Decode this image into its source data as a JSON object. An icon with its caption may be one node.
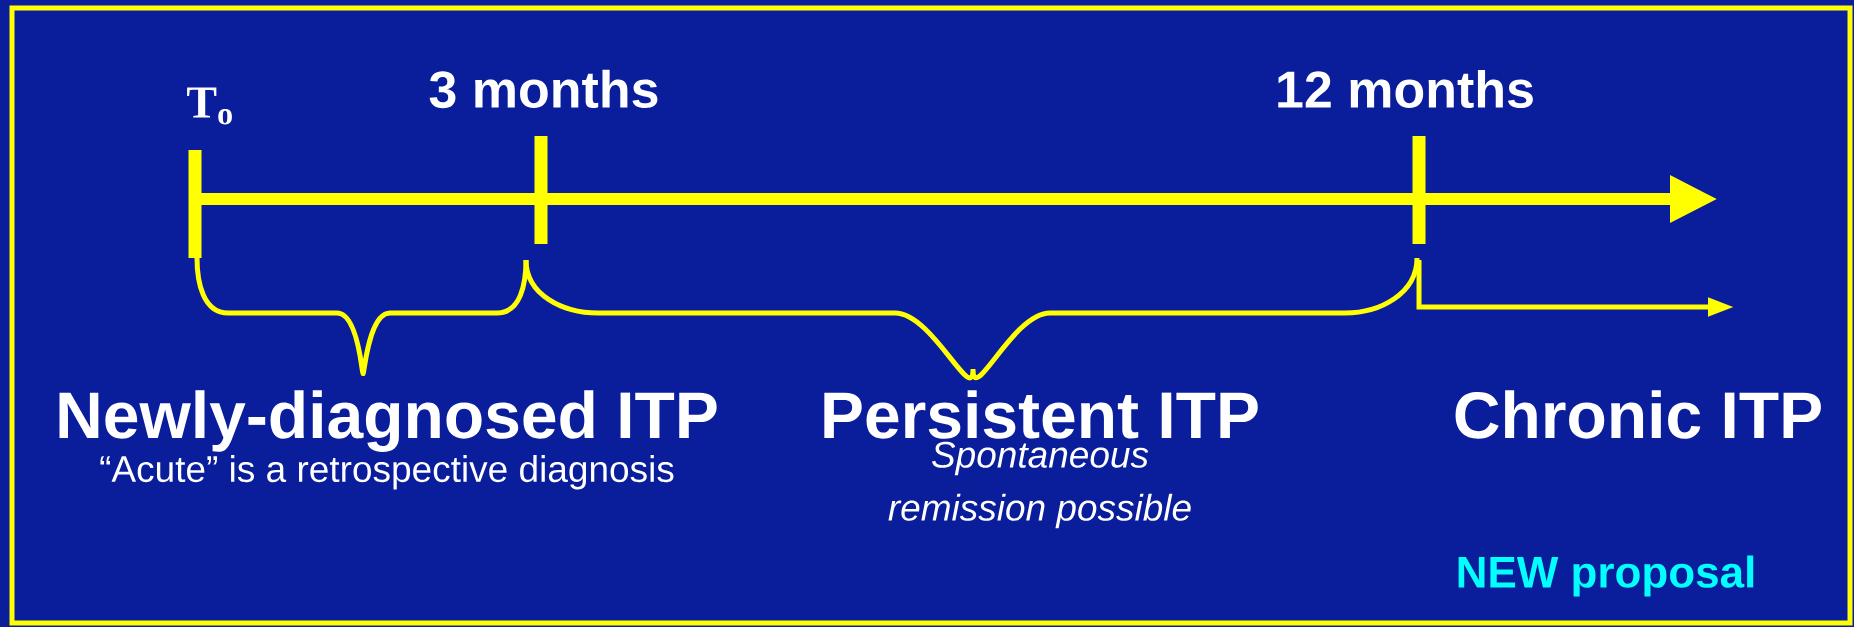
{
  "diagram": {
    "nodes": [
      {
        "text": [
          "Newly-diagnosed ITP",
          "“Acute” is a retrospective diagnosis"
        ]
      },
      {
        "text": [
          "Persistent ITP",
          "Spontaneous remission possible"
        ]
      },
      {
        "text": [
          "Chronic ITP"
        ]
      }
    ],
    "labels": [
      "T$_{o}$",
      "3 months",
      "12 months",
      "NEW proposal"
    ]
  }
}
